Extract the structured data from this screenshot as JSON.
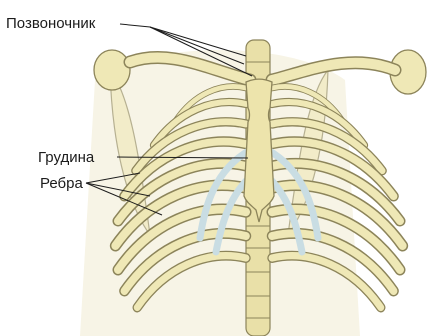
{
  "labels": {
    "spine": "Позвоночник",
    "sternum": "Грудина",
    "ribs": "Ребра"
  },
  "colors": {
    "bone_fill": "#efe8b6",
    "bone_shadow": "#d8cf92",
    "bone_outline": "#8c845a",
    "cartilage": "#c9dde3",
    "leader_line": "#1c1c1c"
  }
}
